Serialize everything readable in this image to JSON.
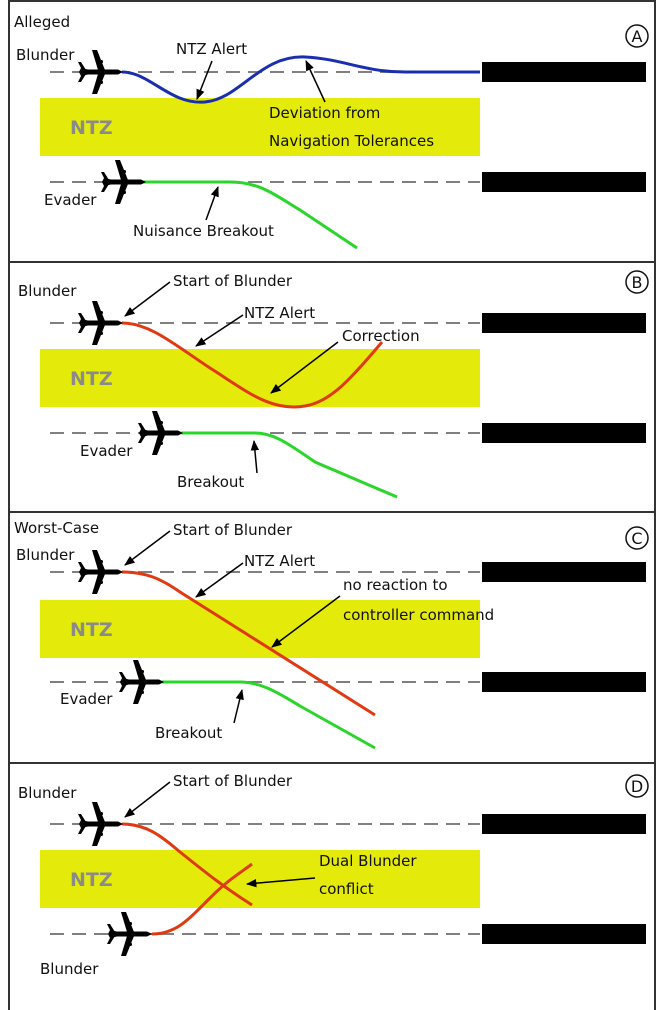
{
  "colors": {
    "ntz_fill": "#e4eb0b",
    "ntz_text": "#8a8a8a",
    "alleged_track": "#1a2fb0",
    "blunder_track": "#e03a12",
    "evader_track": "#2bd62b",
    "approach_line": "#808080",
    "runway": "#000000",
    "frame": "#333333"
  },
  "icons": {
    "aircraft": "airplane-icon",
    "runway": "runway-block",
    "panel_badge": "circled-letter"
  },
  "panels": [
    {
      "id": "A",
      "badge": "A",
      "ntz_label": "NTZ",
      "upper_aircraft_label": [
        "Alleged",
        "Blunder"
      ],
      "lower_aircraft_label": "Evader",
      "alerts": [
        "NTZ Alert"
      ],
      "annotations": [
        "Deviation from",
        "Navigation Tolerances"
      ],
      "lower_event": "Nuisance Breakout"
    },
    {
      "id": "B",
      "badge": "B",
      "ntz_label": "NTZ",
      "upper_aircraft_label": [
        "Blunder"
      ],
      "lower_aircraft_label": "Evader",
      "start_label": "Start of Blunder",
      "alerts": [
        "NTZ Alert"
      ],
      "annotations": [
        "Correction"
      ],
      "lower_event": "Breakout"
    },
    {
      "id": "C",
      "badge": "C",
      "ntz_label": "NTZ",
      "upper_aircraft_label": [
        "Worst-Case",
        "Blunder"
      ],
      "lower_aircraft_label": "Evader",
      "start_label": "Start of Blunder",
      "alerts": [
        "NTZ Alert"
      ],
      "annotations": [
        "no reaction to",
        "controller command"
      ],
      "lower_event": "Breakout"
    },
    {
      "id": "D",
      "badge": "D",
      "ntz_label": "NTZ",
      "upper_aircraft_label": [
        "Blunder"
      ],
      "lower_aircraft_label": "Blunder",
      "start_label": "Start of Blunder",
      "annotations": [
        "Dual Blunder",
        "conflict"
      ]
    }
  ]
}
